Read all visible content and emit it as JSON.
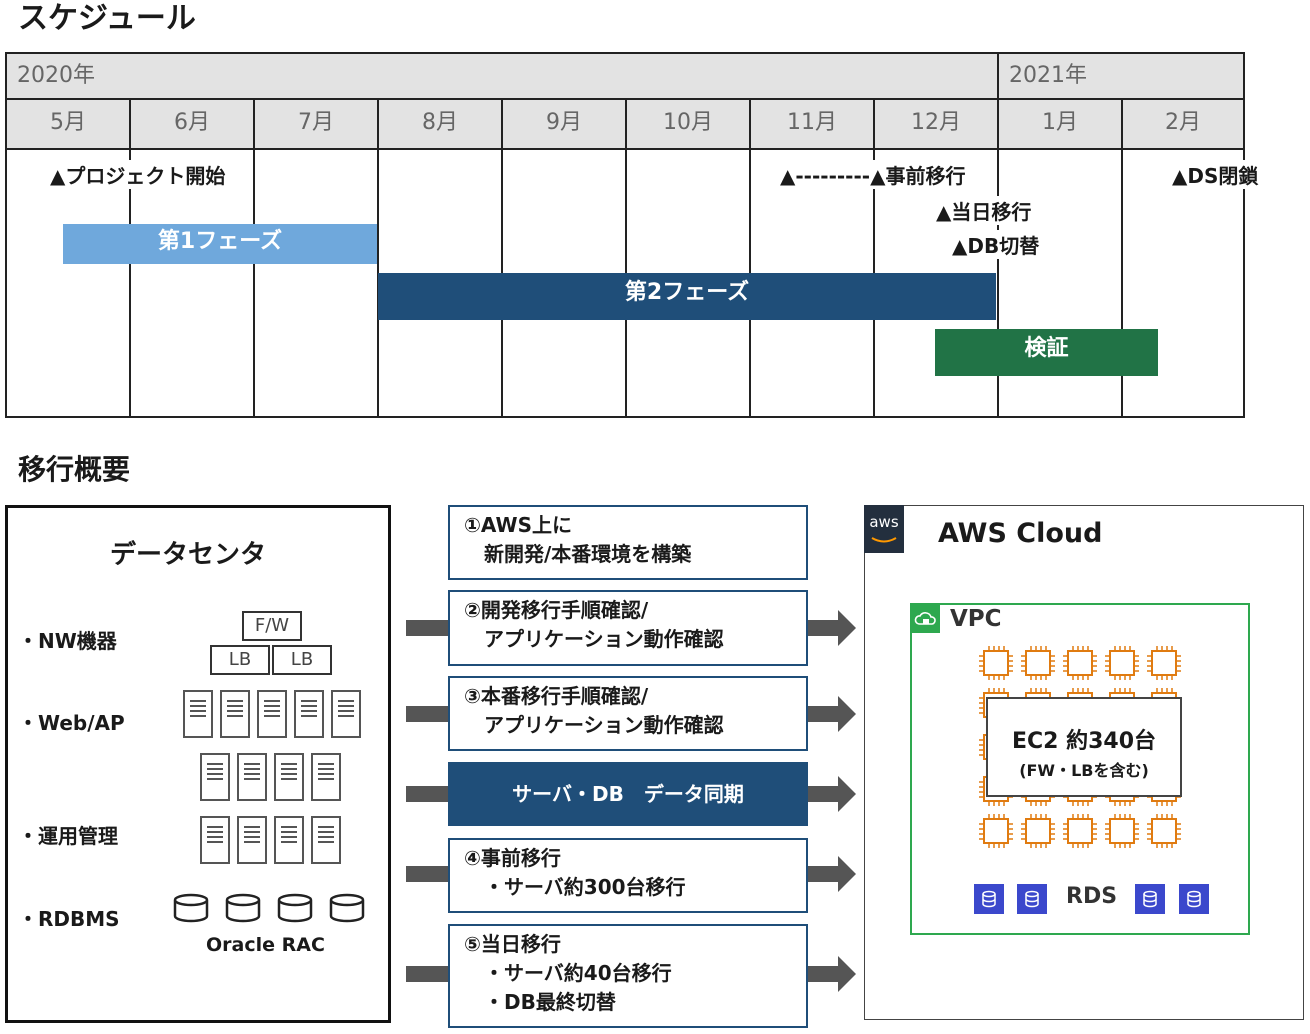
{
  "schedule": {
    "title": "スケジュール",
    "years": [
      "2020年",
      "2021年"
    ],
    "months": [
      "5月",
      "6月",
      "7月",
      "8月",
      "9月",
      "10月",
      "11月",
      "12月",
      "1月",
      "2月"
    ],
    "milestones": {
      "project_start": "▲プロジェクト開始",
      "pre_migration": "▲---------▲事前移行",
      "same_day": "▲当日移行",
      "db_switch": "▲DB切替",
      "ds_close": "▲DS閉鎖"
    },
    "phases": {
      "phase1": "第1フェーズ",
      "phase2": "第2フェーズ",
      "verify": "検証"
    },
    "colors": {
      "phase1": "#6fa8dc",
      "phase2": "#1f4e79",
      "verify": "#217346"
    }
  },
  "overview": {
    "title": "移行概要",
    "datacenter": {
      "title": "データセンタ",
      "items": [
        "・NW機器",
        "・Web/AP",
        "・運用管理",
        "・RDBMS"
      ],
      "fw": "F/W",
      "lb": "LB",
      "oracle": "Oracle RAC"
    },
    "steps": [
      "①AWS上に\n　新開発/本番環境を構築",
      "②開発移行手順確認/\n　アプリケーション動作確認",
      "③本番移行手順確認/\n　アプリケーション動作確認",
      "サーバ・DB　データ同期",
      "④事前移行\n　・サーバ約300台移行",
      "⑤当日移行\n　・サーバ約40台移行\n　・DB最終切替"
    ],
    "aws": {
      "logo": "aws",
      "title": "AWS Cloud",
      "vpc": "VPC",
      "ec2": "EC2 約340台",
      "ec2_note": "(FW・LBを含む)",
      "rds": "RDS"
    },
    "icons": [
      "aws-logo-icon",
      "vpc-lock-icon",
      "ec2-chip-icon",
      "rds-database-icon",
      "server-rack-icon",
      "database-cylinder-icon",
      "right-arrow-icon"
    ]
  }
}
